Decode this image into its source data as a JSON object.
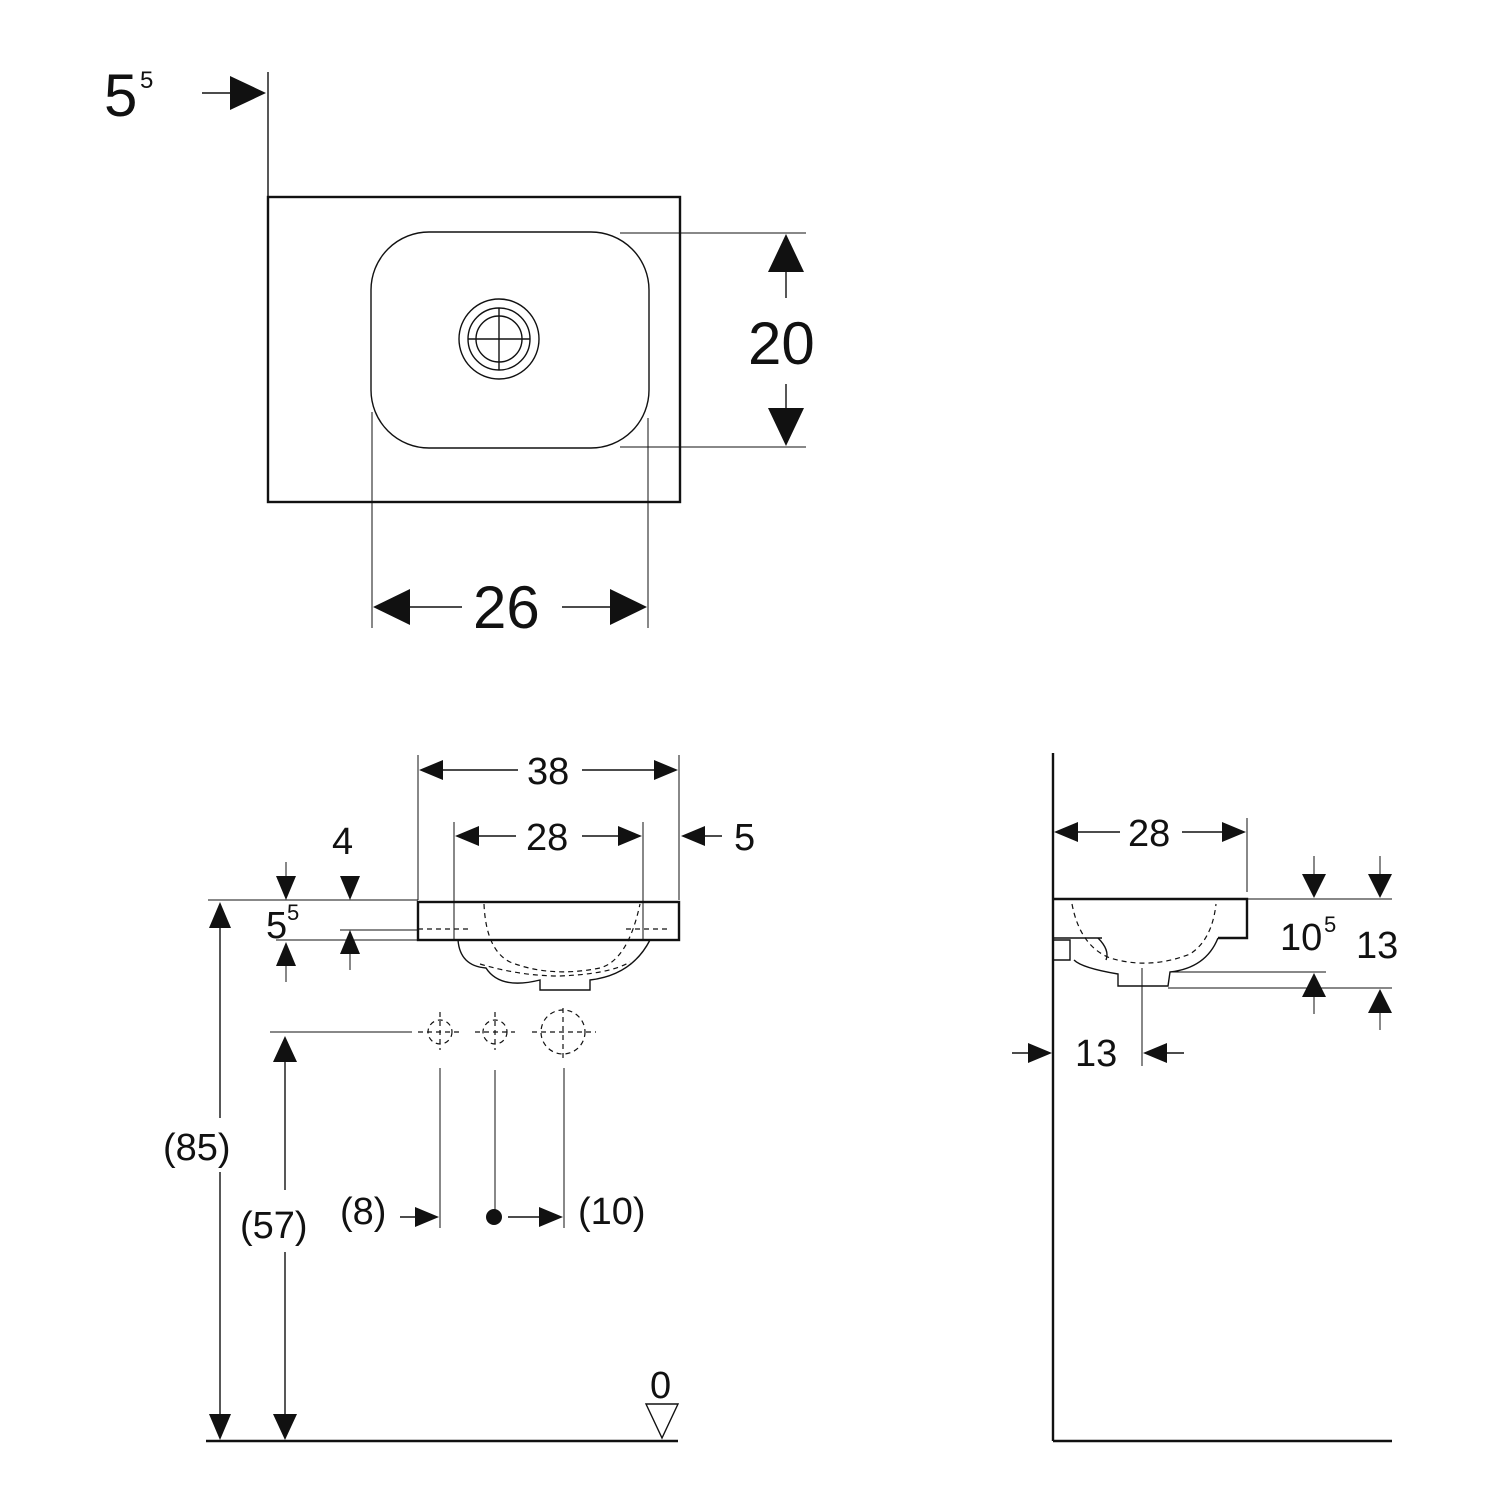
{
  "colors": {
    "ink": "#111111",
    "background": "#ffffff"
  },
  "top_view": {
    "offset_main": "5",
    "offset_sup": "5",
    "bowl_depth": "20",
    "bowl_width": "26"
  },
  "front_view": {
    "overall_width": "38",
    "tap_holes_spacing": "28",
    "right_edge": "5",
    "rim_drop": "4",
    "rim_thickness_main": "5",
    "rim_thickness_sup": "5",
    "mount_height": "(85)",
    "supply_height": "(57)",
    "left_offset": "(8)",
    "right_offset": "(10)",
    "floor_level": "0"
  },
  "side_view": {
    "projection": "28",
    "height_a_main": "10",
    "height_a_sup": "5",
    "height_b": "13",
    "drain_offset": "13"
  }
}
